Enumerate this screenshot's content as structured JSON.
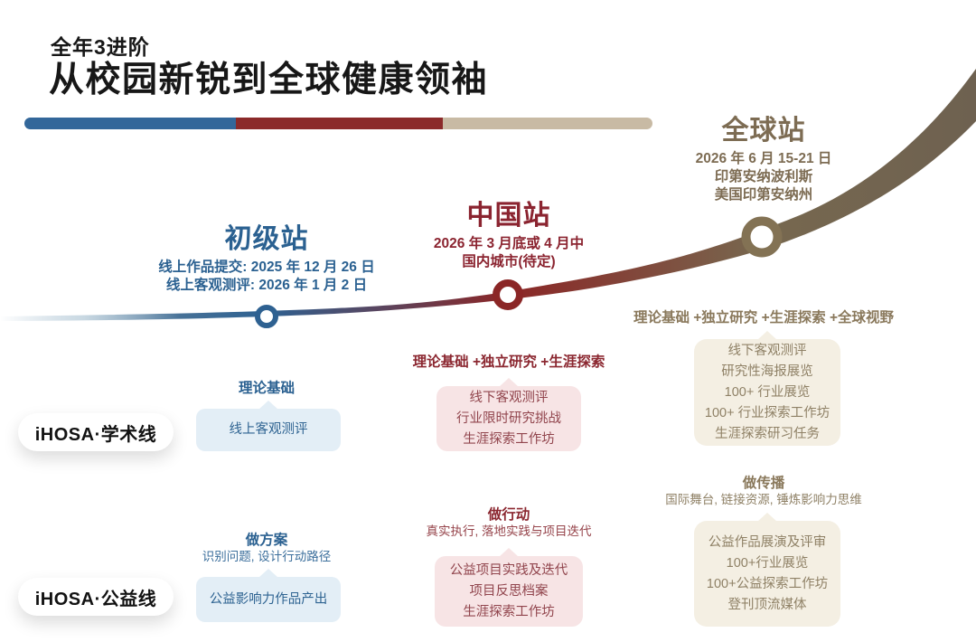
{
  "title": {
    "kicker": "全年3进阶",
    "main": "从校园新锐到全球健康领袖"
  },
  "colors": {
    "blue": "#2b6191",
    "maroon": "#8b2730",
    "tan": "#c8baa4",
    "brown": "#7d6c53",
    "box_blue_bg": "#e3eef6",
    "box_pink_bg": "#f7e4e5",
    "box_tan_bg": "#f4efe3"
  },
  "stations": [
    {
      "name": "初级站",
      "lines": [
        "线上作品提交: 2025 年 12 月 26 日",
        "线上客观测评: 2026 年 1 月 2 日"
      ]
    },
    {
      "name": "中国站",
      "lines": [
        "2026 年 3 月底或 4 月中",
        "国内城市(待定)"
      ]
    },
    {
      "name": "全球站",
      "lines": [
        "2026 年 6 月 15-21 日",
        "印第安纳波利斯",
        "美国印第安纳州"
      ]
    }
  ],
  "tracks": [
    {
      "label": "iHOSA·学术线"
    },
    {
      "label": "iHOSA·公益线"
    }
  ],
  "academic": {
    "junior": {
      "header": "理论基础",
      "items": [
        "线上客观测评"
      ]
    },
    "china": {
      "header": "理论基础 +独立研究 +生涯探索",
      "items": [
        "线下客观测评",
        "行业限时研究挑战",
        "生涯探索工作坊"
      ]
    },
    "global": {
      "header": "理论基础 +独立研究 +生涯探索 +全球视野",
      "items": [
        "线下客观测评",
        "研究性海报展览",
        "100+ 行业展览",
        "100+ 行业探索工作坊",
        "生涯探索研习任务"
      ]
    }
  },
  "welfare": {
    "junior": {
      "header": "做方案",
      "sub": "识别问题, 设计行动路径",
      "items": [
        "公益影响力作品产出"
      ]
    },
    "china": {
      "header": "做行动",
      "sub": "真实执行, 落地实践与项目迭代",
      "items": [
        "公益项目实践及迭代",
        "项目反思档案",
        "生涯探索工作坊"
      ]
    },
    "global": {
      "header": "做传播",
      "sub": "国际舞台, 链接资源, 锤炼影响力思维",
      "items": [
        "公益作品展演及评审",
        "100+行业展览",
        "100+公益探索工作坊",
        "登刊顶流媒体"
      ]
    }
  }
}
